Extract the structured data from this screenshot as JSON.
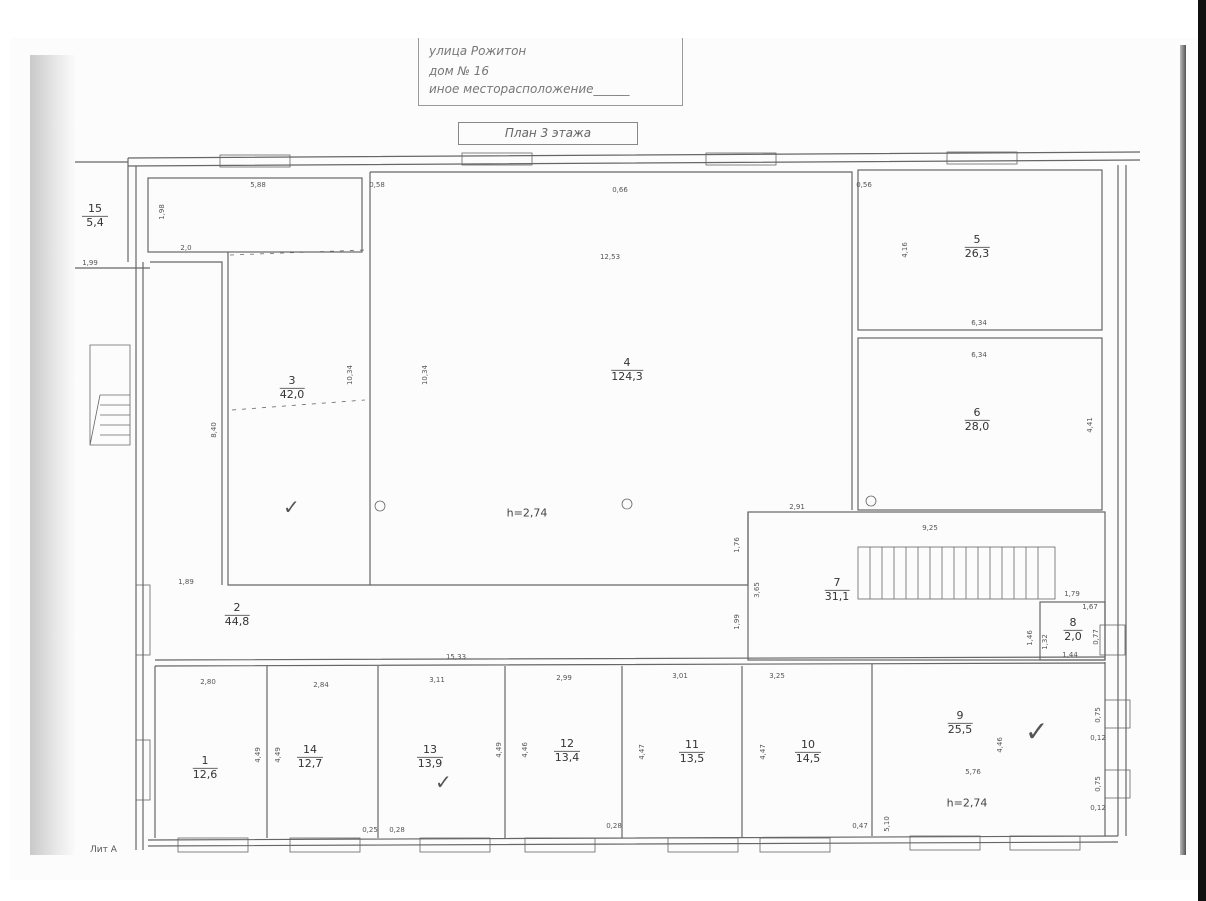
{
  "header": {
    "street_line": "улица Рожитон",
    "house_line": "дом № 16",
    "other_location": "иное месторасположение______",
    "plan_title": "План 3 этажа"
  },
  "rooms": [
    {
      "number": "15",
      "area": "5,4"
    },
    {
      "number": "3",
      "area": "42,0"
    },
    {
      "number": "4",
      "area": "124,3"
    },
    {
      "number": "5",
      "area": "26,3"
    },
    {
      "number": "6",
      "area": "28,0"
    },
    {
      "number": "2",
      "area": "44,8"
    },
    {
      "number": "7",
      "area": "31,1"
    },
    {
      "number": "8",
      "area": "2,0"
    },
    {
      "number": "1",
      "area": "12,6"
    },
    {
      "number": "14",
      "area": "12,7"
    },
    {
      "number": "13",
      "area": "13,9"
    },
    {
      "number": "12",
      "area": "13,4"
    },
    {
      "number": "11",
      "area": "13,5"
    },
    {
      "number": "10",
      "area": "14,5"
    },
    {
      "number": "9",
      "area": "25,5"
    }
  ],
  "ceiling_heights": [
    "h=2,74",
    "h=2,74"
  ],
  "dimensions": [
    "5,88",
    "0,58",
    "0,66",
    "0,56",
    "1,98",
    "2,0",
    "1,99",
    "12,53",
    "4,16",
    "6,34",
    "6,34",
    "10,34",
    "10,34",
    "8,40",
    "4,41",
    "2,91",
    "9,25",
    "1,76",
    "3,65",
    "1,89",
    "1,99",
    "1,79",
    "1,67",
    "1,46",
    "1,32",
    "1,44",
    "0,77",
    "15,33",
    "2,80",
    "2,84",
    "3,11",
    "2,99",
    "3,01",
    "3,25",
    "4,49",
    "4,49",
    "4,49",
    "4,46",
    "4,47",
    "4,47",
    "4,46",
    "5,76",
    "0,75",
    "0,12",
    "0,75",
    "0,12",
    "0,25",
    "0,28",
    "0,28",
    "0,47",
    "5,10"
  ],
  "footer_label": "Лит А",
  "colors": {
    "line": "#666666",
    "paper": "#fcfcfc"
  }
}
